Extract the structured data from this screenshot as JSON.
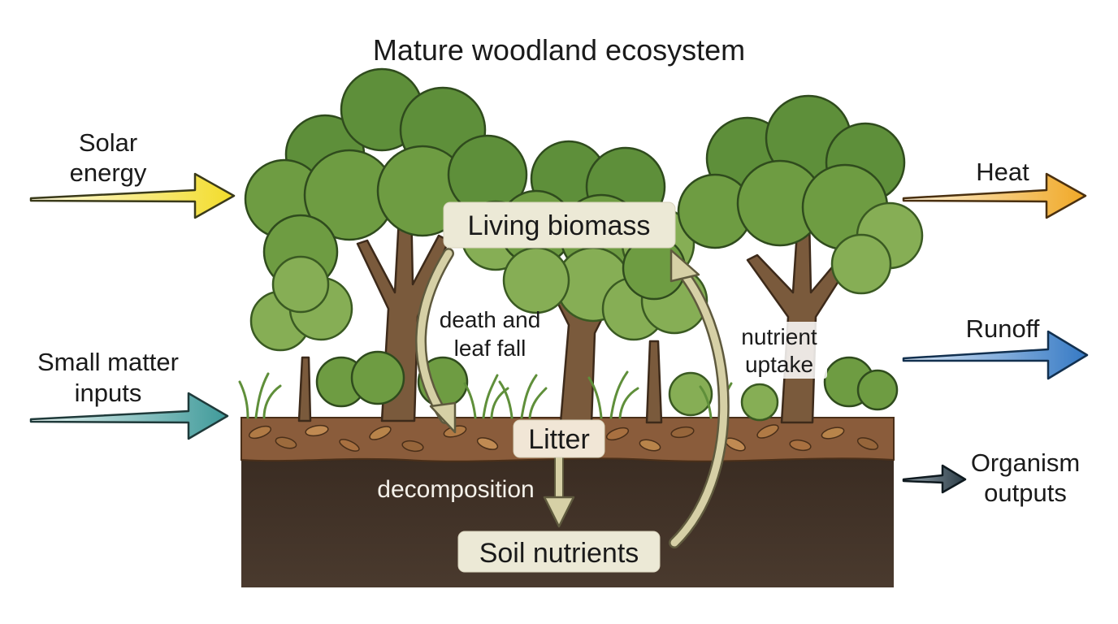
{
  "title": "Mature woodland ecosystem",
  "inputs": {
    "solar_line1": "Solar",
    "solar_line2": "energy",
    "matter_line1": "Small matter",
    "matter_line2": "inputs"
  },
  "outputs": {
    "heat": "Heat",
    "runoff": "Runoff",
    "organism_line1": "Organism",
    "organism_line2": "outputs"
  },
  "pools": {
    "biomass": "Living biomass",
    "litter": "Litter",
    "soil": "Soil nutrients"
  },
  "flows": {
    "death_line1": "death and",
    "death_line2": "leaf fall",
    "uptake_line1": "nutrient",
    "uptake_line2": "uptake",
    "decomposition": "decomposition"
  },
  "colors": {
    "solar_arrow": "#f2dc2a",
    "matter_arrow": "#3f9a9a",
    "heat_arrow": "#f0a826",
    "runoff_arrow": "#3579c4",
    "organism_arrow": "#2a3b46",
    "internal_arrow": "#d6d0a6",
    "soil": "#3d2f26",
    "litter_layer": "#8a5c3b"
  }
}
